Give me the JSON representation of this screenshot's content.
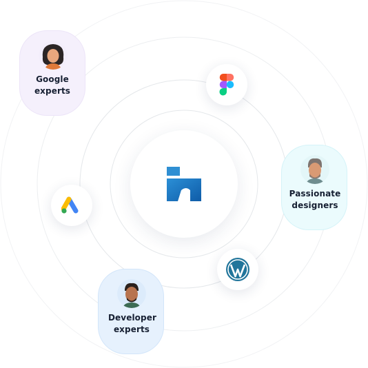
{
  "experts": {
    "google": "Google experts",
    "designers": "Passionate designers",
    "developers": "Developer experts"
  },
  "brand": {
    "accent": "#1565b5",
    "accent_light": "#2b8fd6"
  },
  "icons": {
    "center": "brand-logo-icon",
    "figma": "figma-icon",
    "google_ads": "google-ads-icon",
    "wordpress": "wordpress-icon"
  }
}
